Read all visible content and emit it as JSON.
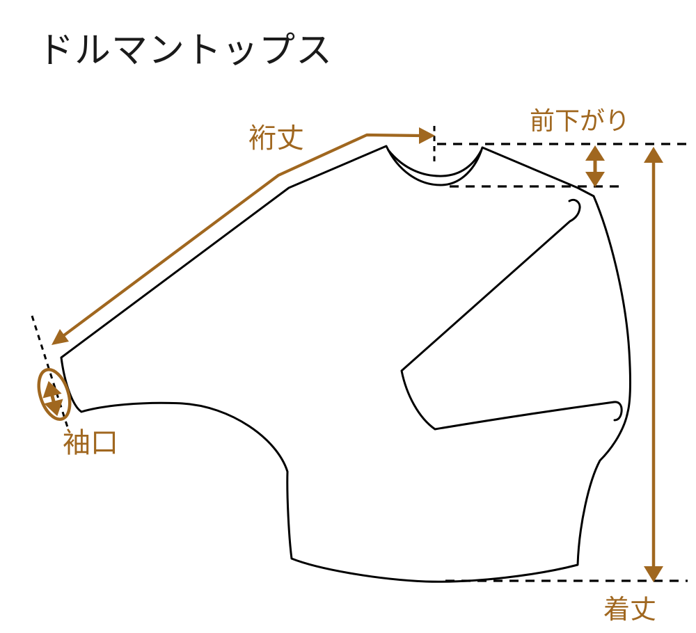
{
  "title": "ドルマントップス",
  "labels": {
    "yukitake": "裄丈",
    "maesagari": "前下がり",
    "sodeguchi": "袖口",
    "kitake": "着丈"
  },
  "colors": {
    "accent": "#A0671F",
    "outline": "#000000",
    "background": "#FFFFFF"
  }
}
